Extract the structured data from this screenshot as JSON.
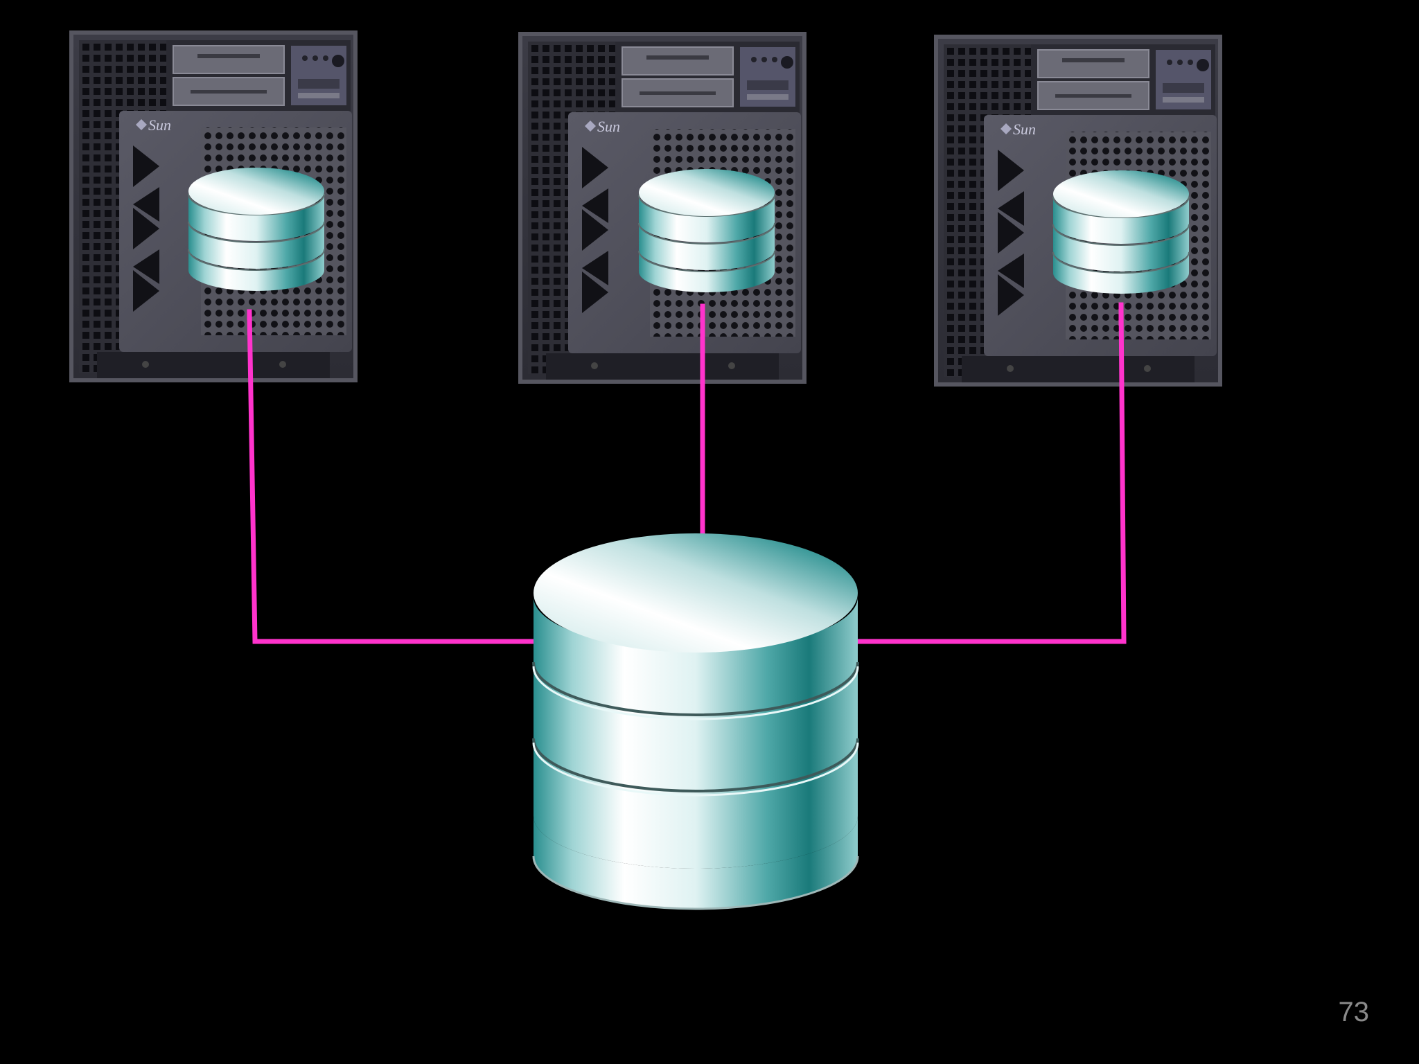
{
  "slide": {
    "page_number": "73",
    "background_color": "#000000"
  },
  "servers": [
    {
      "id": "server-1",
      "brand_logo": "Sun",
      "icon": "server-tower-icon",
      "local_storage_icon": "database-icon"
    },
    {
      "id": "server-2",
      "brand_logo": "Sun",
      "icon": "server-tower-icon",
      "local_storage_icon": "database-icon"
    },
    {
      "id": "server-3",
      "brand_logo": "Sun",
      "icon": "server-tower-icon",
      "local_storage_icon": "database-icon"
    }
  ],
  "shared_storage": {
    "icon": "database-icon"
  },
  "connections": {
    "color": "#ff33cc"
  },
  "colors": {
    "server_body": "#4a4a55",
    "disk_teal": "#1f8a8a",
    "disk_highlight": "#f2ffff"
  }
}
